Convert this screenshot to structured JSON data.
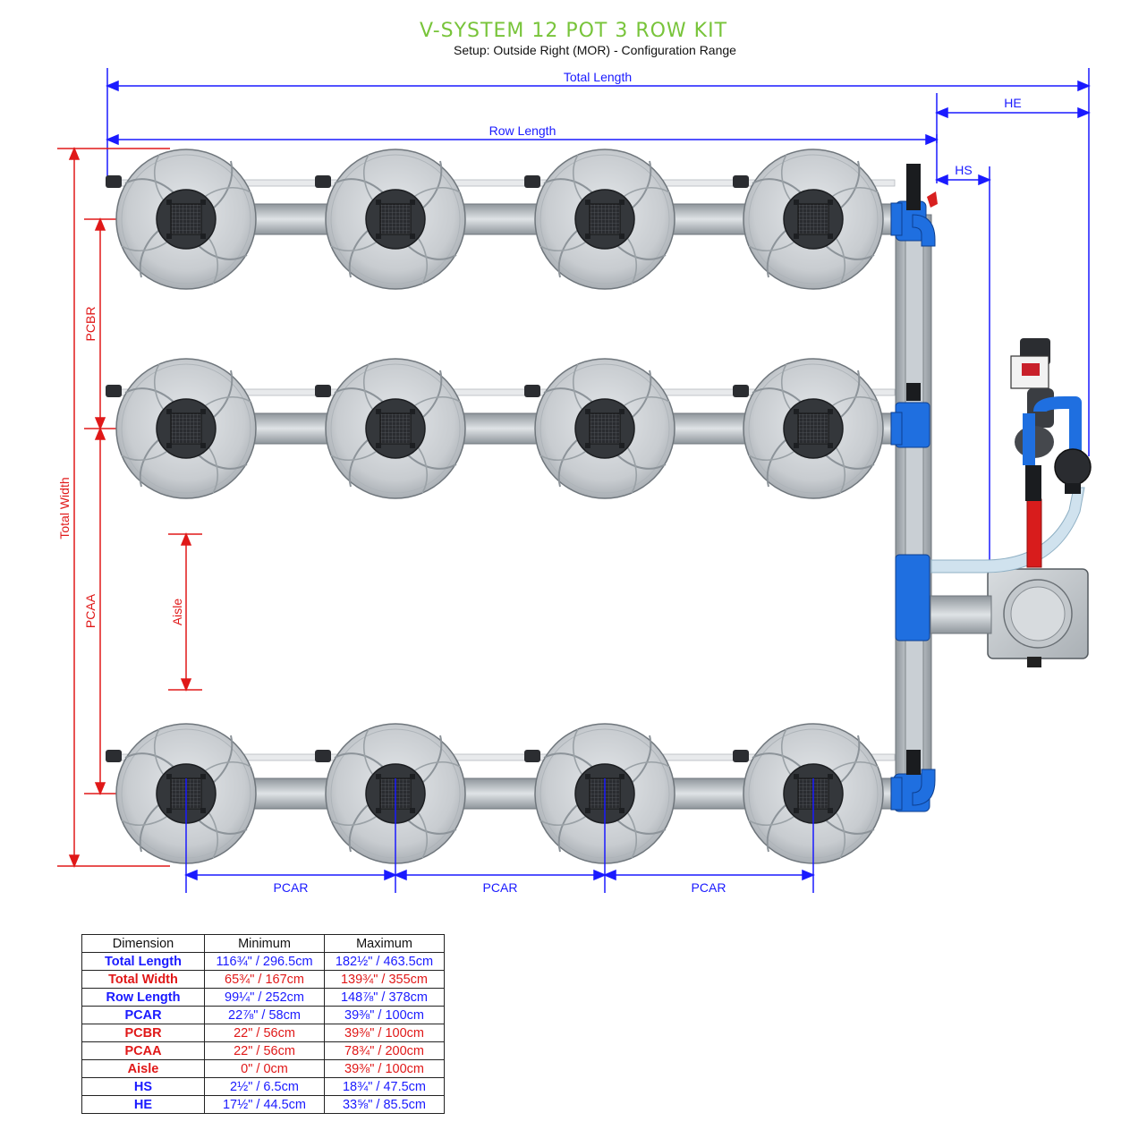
{
  "header": {
    "title": "V-SYSTEM 12 POT 3 ROW KIT",
    "subtitle": "Setup: Outside Right (MOR) - Configuration Range"
  },
  "colors": {
    "blue": "#1a1aff",
    "red": "#e01818",
    "green": "#78c43a",
    "pipe_blue": "#1f6fe0"
  },
  "labels": {
    "total_length": "Total Length",
    "row_length": "Row Length",
    "he": "HE",
    "hs": "HS",
    "total_width": "Total Width",
    "pcbr": "PCBR",
    "pcaa": "PCAA",
    "aisle": "Aisle",
    "pcar": "PCAR"
  },
  "layout": {
    "rows": 3,
    "pots_per_row": 4
  },
  "table": {
    "headers": [
      "Dimension",
      "Minimum",
      "Maximum"
    ],
    "rows": [
      {
        "dimension": "Total Length",
        "min": "116¾\" / 296.5cm",
        "max": "182½\" / 463.5cm",
        "color": "blue"
      },
      {
        "dimension": "Total Width",
        "min": "65¾\" / 167cm",
        "max": "139¾\" / 355cm",
        "color": "red"
      },
      {
        "dimension": "Row Length",
        "min": "99¼\" / 252cm",
        "max": "148⅞\" / 378cm",
        "color": "blue"
      },
      {
        "dimension": "PCAR",
        "min": "22⅞\" / 58cm",
        "max": "39⅜\" / 100cm",
        "color": "blue"
      },
      {
        "dimension": "PCBR",
        "min": "22\" / 56cm",
        "max": "39⅜\" / 100cm",
        "color": "red"
      },
      {
        "dimension": "PCAA",
        "min": "22\" / 56cm",
        "max": "78¾\" / 200cm",
        "color": "red"
      },
      {
        "dimension": "Aisle",
        "min": "0\" / 0cm",
        "max": "39⅜\" / 100cm",
        "color": "red"
      },
      {
        "dimension": "HS",
        "min": "2½\" / 6.5cm",
        "max": "18¾\" / 47.5cm",
        "color": "blue"
      },
      {
        "dimension": "HE",
        "min": "17½\" / 44.5cm",
        "max": "33⅝\" / 85.5cm",
        "color": "blue"
      }
    ]
  }
}
